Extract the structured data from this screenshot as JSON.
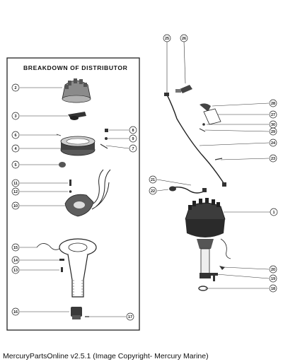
{
  "inset": {
    "title": "BREAKDOWN OF DISTRIBUTOR"
  },
  "callouts": {
    "c1": "1",
    "c2": "2",
    "c3": "3",
    "c4": "4",
    "c5": "5",
    "c6": "6",
    "c7": "7",
    "c8": "8",
    "c9": "9",
    "c10": "10",
    "c11": "11",
    "c12": "12",
    "c13": "13",
    "c14": "14",
    "c15": "15",
    "c16": "16",
    "c17": "17",
    "c18": "18",
    "c19": "19",
    "c20": "20",
    "c21": "21",
    "c22": "22",
    "c23": "23",
    "c24": "24",
    "c25": "25",
    "c26": "26",
    "c27": "27",
    "c28": "28",
    "c29": "29",
    "c30": "30"
  },
  "footer": {
    "text": "MercuryPartsOnline v2.5.1 (Image Copyright- Mercury Marine)"
  }
}
